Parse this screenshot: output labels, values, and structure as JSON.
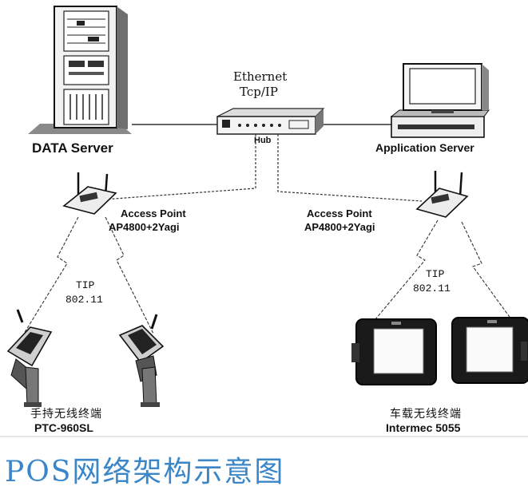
{
  "network": {
    "ethernet_label": "Ethernet",
    "tcpip_label": "Tcp/IP",
    "hub_label": "Hub"
  },
  "data_server": {
    "label": "DATA Server"
  },
  "app_server": {
    "label": "Application Server"
  },
  "access_points": [
    {
      "line1": "Access Point",
      "line2": "AP4800+2Yagi"
    },
    {
      "line1": "Access Point",
      "line2": "AP4800+2Yagi"
    }
  ],
  "links": [
    {
      "protocol": "TIP",
      "standard": "802.11"
    },
    {
      "protocol": "TIP",
      "standard": "802.11"
    }
  ],
  "devices": [
    {
      "cn_label": "手持无线终端",
      "model": "PTC-960SL"
    },
    {
      "cn_label": "车载无线终端",
      "model": "Intermec 5055"
    }
  ],
  "caption": "POS网络架构示意图",
  "colors": {
    "caption": "#3a86c8",
    "lines": "#333333"
  }
}
